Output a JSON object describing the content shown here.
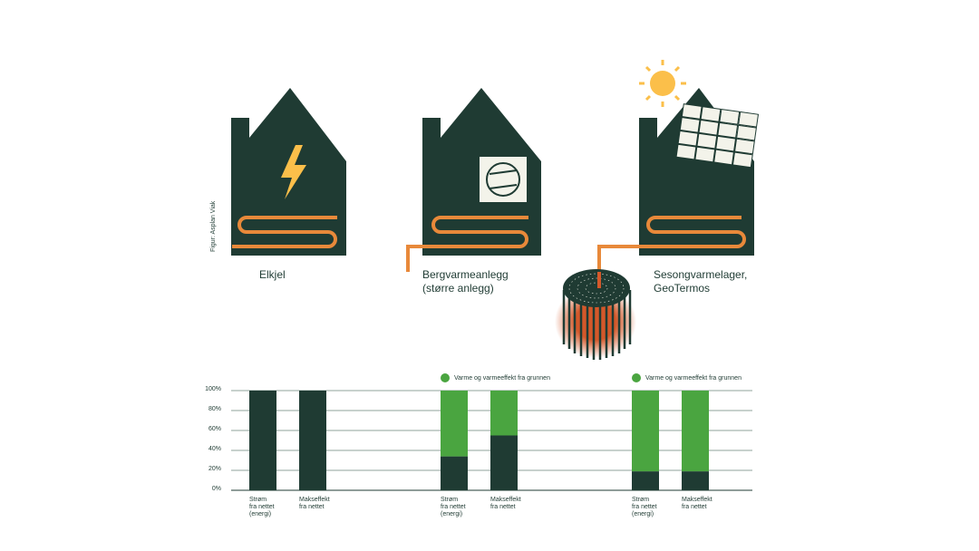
{
  "credit": "Figur: Asplan Viak",
  "systems": [
    {
      "label": "Elkjel",
      "icon": "lightning-icon"
    },
    {
      "label": "Bergvarmeanlegg\n(større anlegg)",
      "icon": "heat-pump-icon"
    },
    {
      "label": "Sesongvarmelager,\nGeoTermos",
      "icon": "solar-panel-icon"
    }
  ],
  "legend_label": "Varme og varmeeffekt fra grunnen",
  "colors": {
    "house": "#1f3b33",
    "ground": "#4aa540",
    "pipe_light": "#f0a040",
    "pipe_dark": "#d4582a",
    "sun": "#fbbf4a"
  },
  "chart_data": {
    "type": "bar",
    "stacked": true,
    "yticks": [
      "0%",
      "20%",
      "40%",
      "60%",
      "80%",
      "100%"
    ],
    "ylim": [
      0,
      100
    ],
    "grid": true,
    "categories": [
      "Strøm\nfra nettet\n(energi)",
      "Makseffekt\nfra nettet",
      "Strøm\nfra nettet\n(energi)",
      "Makseffekt\nfra nettet",
      "Strøm\nfra nettet\n(energi)",
      "Makseffekt\nfra nettet"
    ],
    "groups": [
      "Elkjel",
      "Bergvarmeanlegg",
      "Sesongvarmelager"
    ],
    "series": [
      {
        "name": "Strøm fra nettet",
        "color": "#1f3b33",
        "values": [
          100,
          100,
          34,
          55,
          19,
          19
        ]
      },
      {
        "name": "Varme og varmeeffekt fra grunnen",
        "color": "#4aa540",
        "values": [
          0,
          0,
          66,
          45,
          81,
          81
        ]
      }
    ]
  }
}
